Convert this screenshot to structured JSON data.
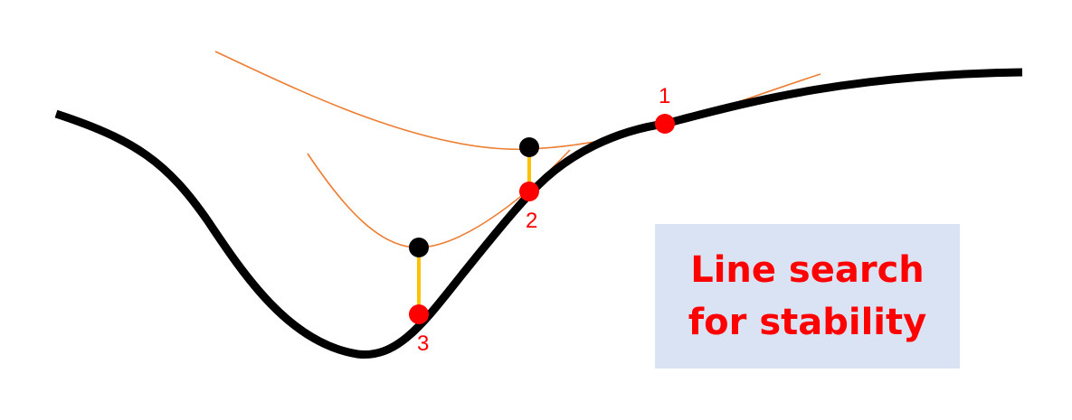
{
  "caption": {
    "line1": "Line search",
    "line2": "for stability",
    "text_color": "#ff0000",
    "background_color": "#dae3f3"
  },
  "points": [
    {
      "label": "1",
      "color": "#ff0000"
    },
    {
      "label": "2",
      "color": "#ff0000"
    },
    {
      "label": "3",
      "color": "#ff0000"
    }
  ],
  "colors": {
    "curve": "#000000",
    "quadratic_models": "#ed7d31",
    "model_minimum": "#000000",
    "step_connector": "#ffc000",
    "point_label": "#ff0000"
  }
}
